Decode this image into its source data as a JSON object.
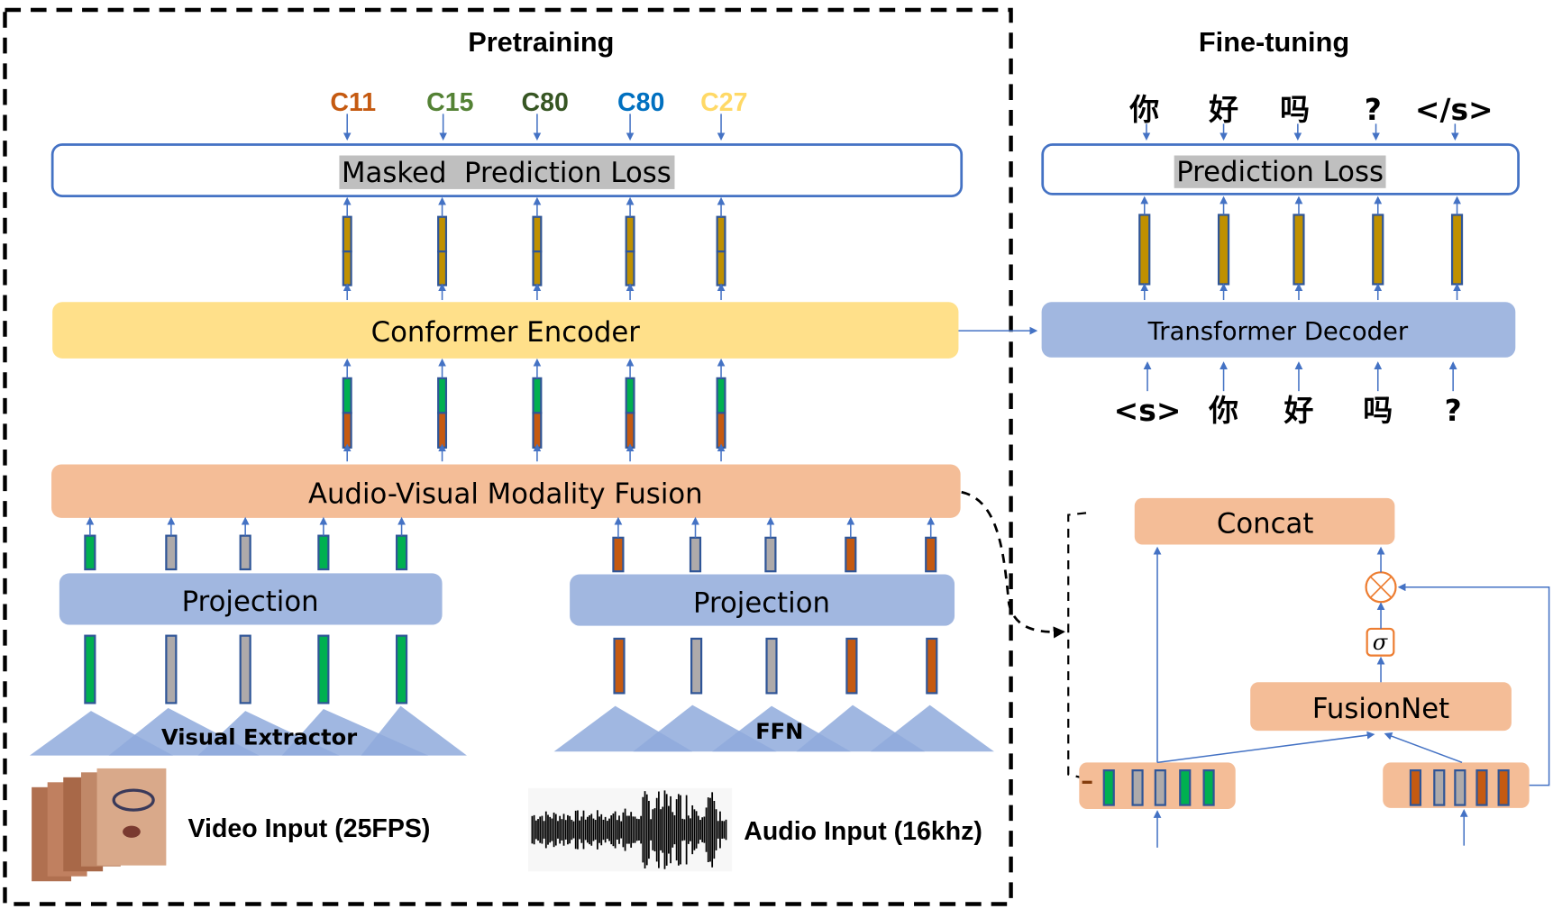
{
  "pretraining": {
    "title": "Pretraining",
    "target_codes": [
      {
        "label": "C11",
        "color": "#c55a11"
      },
      {
        "label": "C15",
        "color": "#548235"
      },
      {
        "label": "C80",
        "color": "#375623"
      },
      {
        "label": "C80",
        "color": "#0070c0"
      },
      {
        "label": "C27",
        "color": "#ffd966"
      }
    ],
    "loss_label": "Masked  Prediction Loss",
    "encoder_label": "Conformer Encoder",
    "fusion_label": "Audio-Visual Modality Fusion",
    "visual_projection_label": "Projection",
    "audio_projection_label": "Projection",
    "visual_extractor_label": "Visual Extractor",
    "ffn_label": "FFN",
    "video_input_label": "Video Input (25FPS)",
    "audio_input_label": "Audio Input (16khz)",
    "visual_feature_kinds": [
      "visual",
      "masked",
      "masked",
      "visual",
      "visual"
    ],
    "audio_feature_kinds": [
      "audio",
      "masked",
      "masked",
      "audio",
      "audio"
    ]
  },
  "finetuning": {
    "title": "Fine-tuning",
    "output_tokens": [
      "你",
      "好",
      "吗",
      "?",
      "</s>"
    ],
    "loss_label": "Prediction Loss",
    "decoder_label": "Transformer Decoder",
    "input_tokens": [
      "<s>",
      "你",
      "好",
      "吗",
      "?"
    ]
  },
  "fusion_detail": {
    "concat_label": "Concat",
    "multiply_symbol": "⊗",
    "sigma_symbol": "σ",
    "fusionnet_label": "FusionNet"
  },
  "colors": {
    "visual_feature": "#00b050",
    "audio_feature": "#c55a11",
    "masked_feature": "#aeaaaa",
    "encoder_output": "#bf9000",
    "feature_border": "#2f5597",
    "encoder_fill": "#ffe08a",
    "fusion_fill": "#f4bd97",
    "projection_fill": "#a1b7e0",
    "arrow": "#4472c4",
    "gate_orange": "#ed7d31"
  }
}
